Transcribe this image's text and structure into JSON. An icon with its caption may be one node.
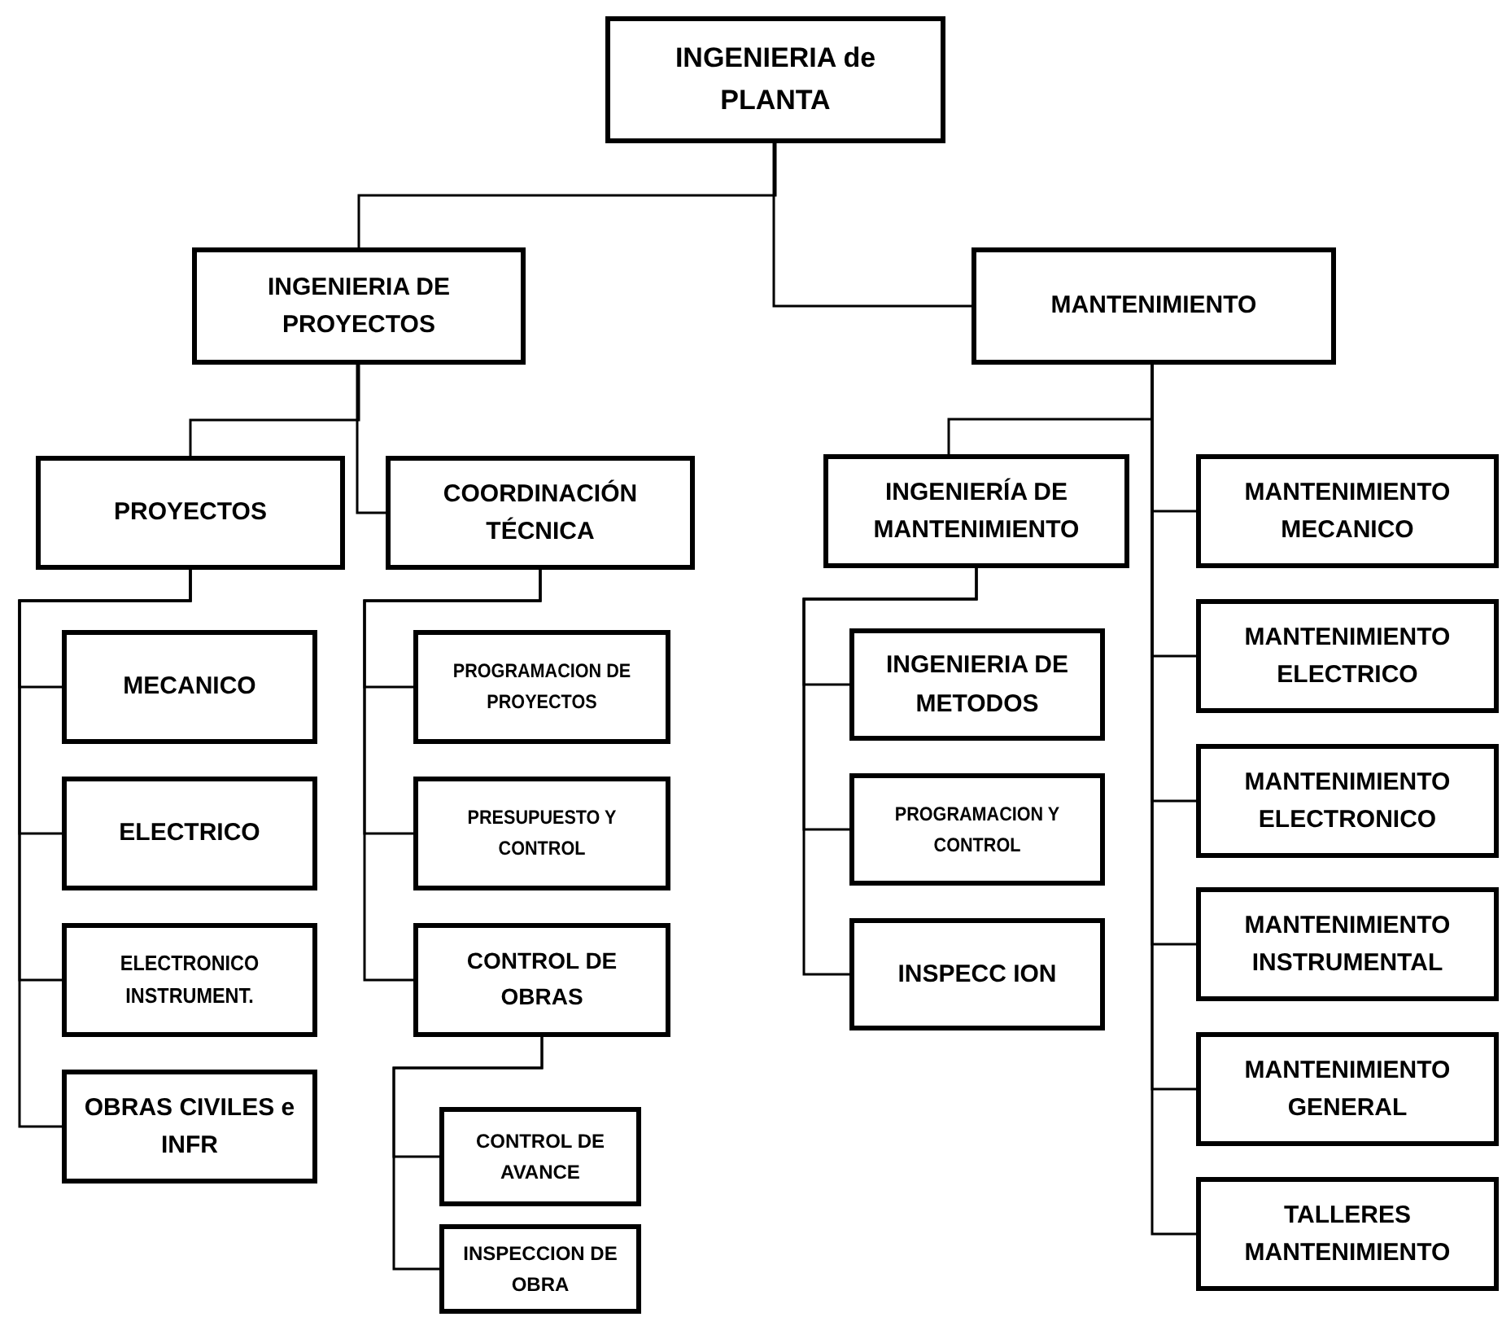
{
  "diagram": {
    "nodes": [
      {
        "text": [
          "INGENIERIA de PLANTA"
        ]
      },
      {
        "text": [
          "INGENIERIA DE PROYECTOS"
        ]
      },
      {
        "text": [
          "MANTENIMIENTO"
        ]
      },
      {
        "text": [
          "PROYECTOS"
        ]
      },
      {
        "text": [
          "COORDINACIÓN TÉCNICA"
        ]
      },
      {
        "text": [
          "MECANICO"
        ]
      },
      {
        "text": [
          "ELECTRICO"
        ]
      },
      {
        "text": [
          "ELECTRONICO INSTRUMENT."
        ]
      },
      {
        "text": [
          "OBRAS CIVILES e INFR"
        ]
      },
      {
        "text": [
          "PROGRAMACION DE PROYECTOS"
        ]
      },
      {
        "text": [
          "PRESUPUESTO Y CONTROL"
        ]
      },
      {
        "text": [
          "CONTROL DE OBRAS"
        ]
      },
      {
        "text": [
          "CONTROL DE AVANCE"
        ]
      },
      {
        "text": [
          "INSPECCION DE OBRA"
        ]
      },
      {
        "text": [
          "INGENIERÍA DE MANTENIMIENTO"
        ]
      },
      {
        "text": [
          "INGENIERIA DE METODOS"
        ]
      },
      {
        "text": [
          "PROGRAMACION Y CONTROL"
        ]
      },
      {
        "text": [
          "INSPECC ION"
        ]
      },
      {
        "text": [
          "MANTENIMIENTO MECANICO"
        ]
      },
      {
        "text": [
          "MANTENIMIENTO ELECTRICO"
        ]
      },
      {
        "text": [
          "MANTENIMIENTO ELECTRONICO"
        ]
      },
      {
        "text": [
          "MANTENIMIENTO INSTRUMENTAL"
        ]
      },
      {
        "text": [
          "MANTENIMIENTO GENERAL"
        ]
      },
      {
        "text": [
          "TALLERES MANTENIMIENTO"
        ]
      }
    ],
    "edges": [
      {
        "from": 0,
        "to": 1,
        "arrow": "none"
      },
      {
        "from": 0,
        "to": 2,
        "arrow": "none"
      },
      {
        "from": 1,
        "to": 3,
        "arrow": "none"
      },
      {
        "from": 1,
        "to": 4,
        "arrow": "none"
      },
      {
        "from": 3,
        "to": 5,
        "arrow": "none"
      },
      {
        "from": 3,
        "to": 6,
        "arrow": "none"
      },
      {
        "from": 3,
        "to": 7,
        "arrow": "none"
      },
      {
        "from": 3,
        "to": 8,
        "arrow": "none"
      },
      {
        "from": 4,
        "to": 9,
        "arrow": "none"
      },
      {
        "from": 4,
        "to": 10,
        "arrow": "none"
      },
      {
        "from": 4,
        "to": 11,
        "arrow": "none"
      },
      {
        "from": 11,
        "to": 12,
        "arrow": "none"
      },
      {
        "from": 11,
        "to": 13,
        "arrow": "none"
      },
      {
        "from": 2,
        "to": 14,
        "arrow": "none"
      },
      {
        "from": 14,
        "to": 15,
        "arrow": "none"
      },
      {
        "from": 14,
        "to": 16,
        "arrow": "none"
      },
      {
        "from": 14,
        "to": 17,
        "arrow": "none"
      },
      {
        "from": 2,
        "to": 18,
        "arrow": "none"
      },
      {
        "from": 2,
        "to": 19,
        "arrow": "none"
      },
      {
        "from": 2,
        "to": 20,
        "arrow": "none"
      },
      {
        "from": 2,
        "to": 21,
        "arrow": "none"
      },
      {
        "from": 2,
        "to": 22,
        "arrow": "none"
      },
      {
        "from": 2,
        "to": 23,
        "arrow": "none"
      }
    ]
  }
}
